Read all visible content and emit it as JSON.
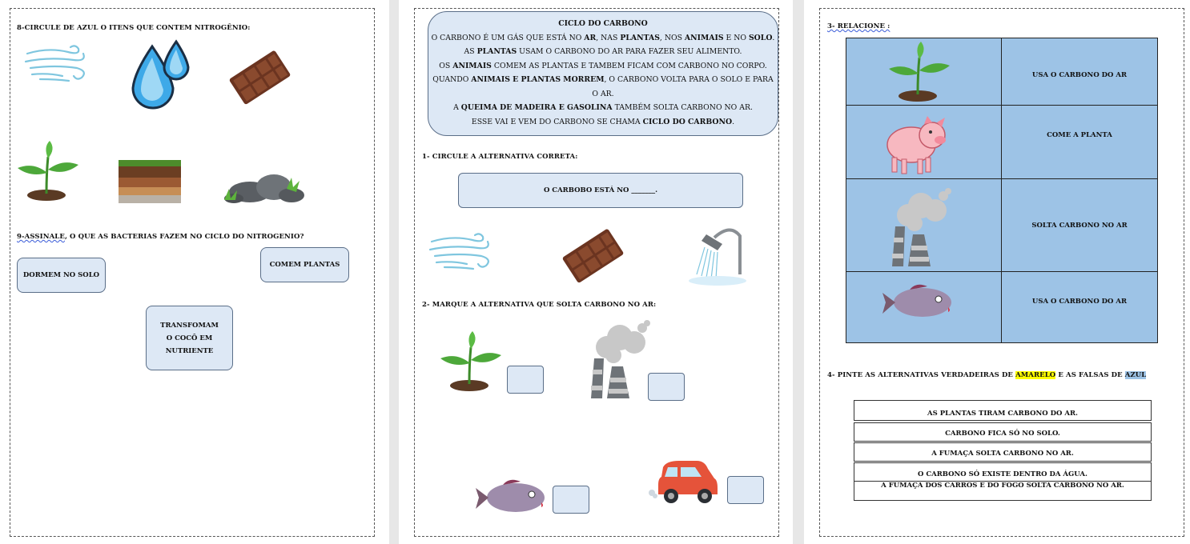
{
  "left_page": {
    "q8": "8-CIRCULE DE AZUL O ITENS QUE CONTEM NITROGÊNIO:",
    "q9_prefix": "9-ASSINALE",
    "q9_rest": ", O QUE AS BACTERIAS FAZEM NO CICLO DO NITROGENIO?",
    "options": [
      "DORMEM NO SOLO",
      "COMEM PLANTAS",
      "TRANSFOMAM O COCÔ EM NUTRIENTE"
    ]
  },
  "middle_page": {
    "cycle_title": "CICLO DO CARBONO",
    "cycle_lines": [
      [
        {
          "t": "O CARBONO É UM GÁS QUE ESTÁ NO "
        },
        {
          "t": "AR",
          "b": true
        },
        {
          "t": ", NAS "
        },
        {
          "t": "PLANTAS",
          "b": true
        },
        {
          "t": ", NOS "
        },
        {
          "t": "ANIMAIS",
          "b": true
        },
        {
          "t": " E NO "
        },
        {
          "t": "SOLO",
          "b": true
        },
        {
          "t": "."
        }
      ],
      [
        {
          "t": "AS "
        },
        {
          "t": "PLANTAS",
          "b": true
        },
        {
          "t": " USAM O CARBONO DO AR PARA FAZER SEU ALIMENTO."
        }
      ],
      [
        {
          "t": "OS "
        },
        {
          "t": "ANIMAIS",
          "b": true
        },
        {
          "t": " COMEM AS PLANTAS E TAMBEM FICAM COM CARBONO NO CORPO."
        }
      ],
      [
        {
          "t": "QUANDO "
        },
        {
          "t": "ANIMAIS E PLANTAS MORREM",
          "b": true
        },
        {
          "t": ", O CARBONO VOLTA PARA O SOLO E PARA"
        }
      ],
      [
        {
          "t": "O AR."
        }
      ],
      [
        {
          "t": "A "
        },
        {
          "t": "QUEIMA DE MADEIRA E GASOLINA",
          "b": true
        },
        {
          "t": " TAMBÉM SOLTA CARBONO NO AR."
        }
      ],
      [
        {
          "t": "ESSE VAI E VEM DO CARBONO SE CHAMA "
        },
        {
          "t": "CICLO DO CARBONO",
          "b": true
        },
        {
          "t": "."
        }
      ]
    ],
    "q1": "1- CIRCULE A ALTERNATIVA CORRETA:",
    "q1_box": "O CARBOBO ESTÁ NO _______.",
    "q2": "2-  MARQUE A ALTERNATIVA QUE SOLTA CARBONO NO AR:"
  },
  "right_page": {
    "q3": "3- RELACIONE :",
    "table_labels": [
      "USA O CARBONO DO AR",
      "COME A PLANTA",
      "SOLTA CARBONO NO AR",
      "USA O CARBONO DO AR"
    ],
    "q4_prefix": "4-  PINTE AS ALTERNATIVAS VERDADEIRAS DE ",
    "q4_yellow": "AMARELO",
    "q4_mid": " E AS FALSAS DE ",
    "q4_blue": "AZUL",
    "statements": [
      "AS PLANTAS TIRAM CARBONO DO AR.",
      "CARBONO FICA SÓ NO SOLO.",
      "A FUMAÇA SOLTA CARBONO NO AR.",
      "O CARBONO SÓ EXISTE DENTRO DA ÁGUA.",
      "A FUMAÇA DOS CARROS E DO FOGO SOLTA CARBONO NO AR."
    ]
  },
  "colors": {
    "box_fill": "#dde8f5",
    "table_fill": "#9dc3e6",
    "highlight_yellow": "#ffff00",
    "highlight_blue": "#9dc3e6"
  }
}
